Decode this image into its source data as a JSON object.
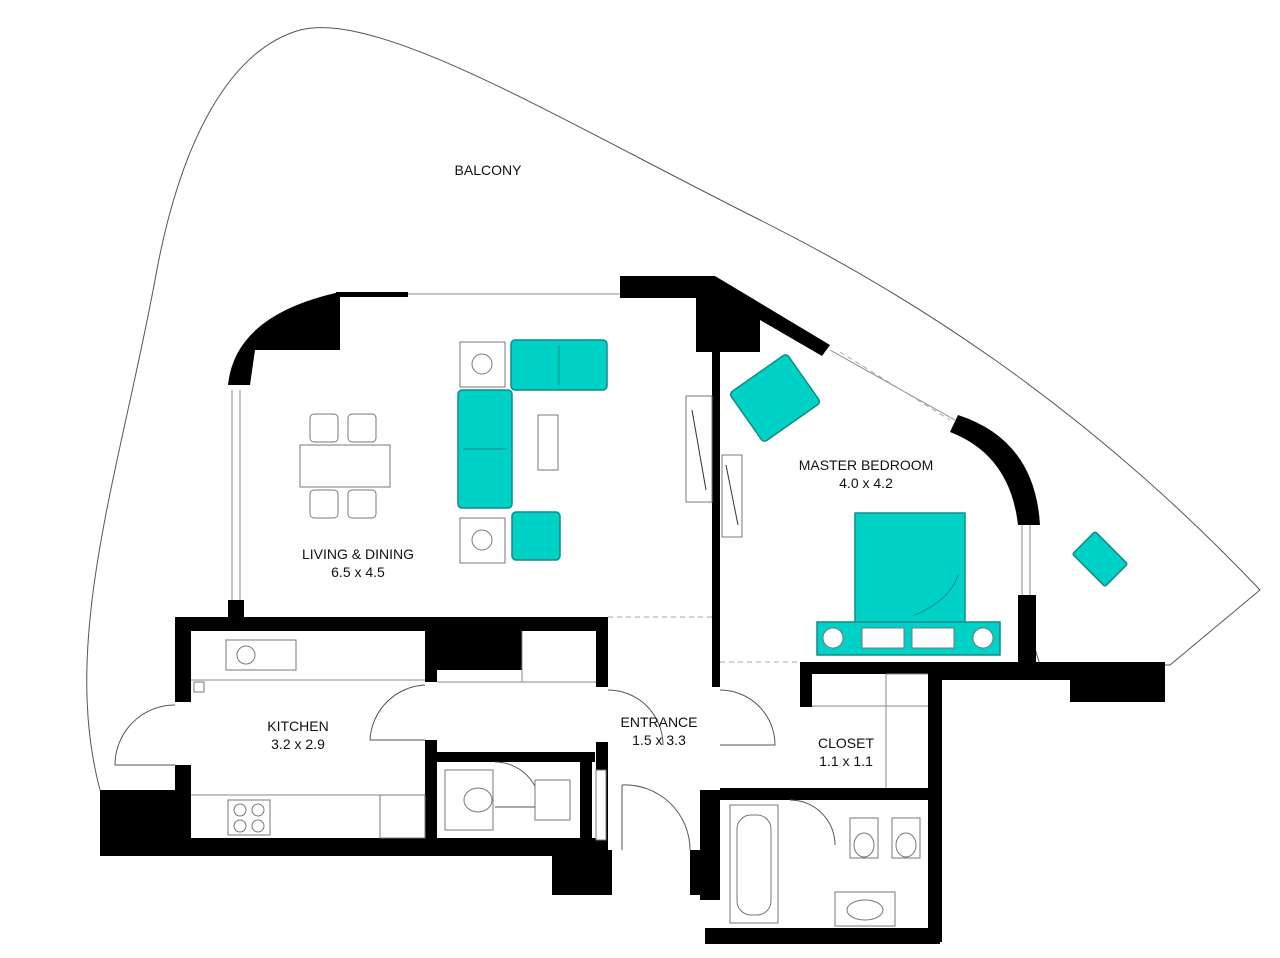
{
  "rooms": {
    "balcony": {
      "name": "BALCONY"
    },
    "living": {
      "name": "LIVING & DINING",
      "size": "6.5 x 4.5"
    },
    "master": {
      "name": "MASTER BEDROOM",
      "size": "4.0 x 4.2"
    },
    "kitchen": {
      "name": "KITCHEN",
      "size": "3.2 x 2.9"
    },
    "entrance": {
      "name": "ENTRANCE",
      "size": "1.5 x 3.3"
    },
    "closet": {
      "name": "CLOSET",
      "size": "1.1 x 1.1"
    }
  },
  "colors": {
    "furniture": "#00d1c7",
    "wall": "#000000",
    "line": "#555555"
  }
}
